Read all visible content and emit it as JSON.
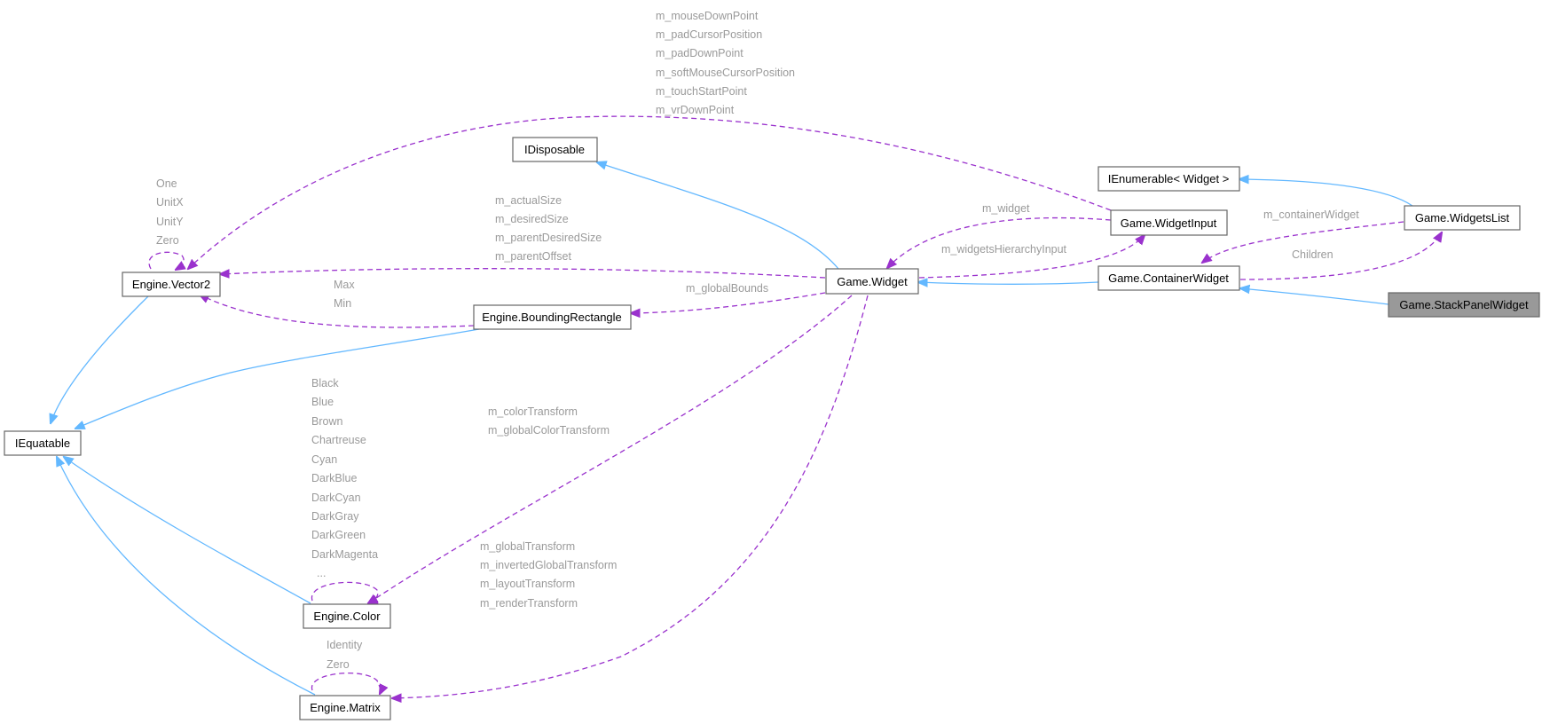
{
  "nodes": {
    "stackpanel": "Game.StackPanelWidget",
    "containerwidget": "Game.ContainerWidget",
    "widgetslist": "Game.WidgetsList",
    "ienumerable": "IEnumerable< Widget >",
    "widget": "Game.Widget",
    "widgetinput": "Game.WidgetInput",
    "idisposable": "IDisposable",
    "vector2": "Engine.Vector2",
    "boundingrect": "Engine.BoundingRectangle",
    "iequatable": "IEquatable",
    "color": "Engine.Color",
    "matrix": "Engine.Matrix"
  },
  "edge_labels": {
    "input_to_vector2": [
      "m_mouseDownPoint",
      "m_padCursorPosition",
      "m_padDownPoint",
      "m_softMouseCursorPosition",
      "m_touchStartPoint",
      "m_vrDownPoint"
    ],
    "vector2_self": [
      "One",
      "UnitX",
      "UnitY",
      "Zero"
    ],
    "widget_to_vector2": [
      "m_actualSize",
      "m_desiredSize",
      "m_parentDesiredSize",
      "m_parentOffset"
    ],
    "bounds_to_vector2": [
      "Max",
      "Min"
    ],
    "widget_to_bounds": [
      "m_globalBounds"
    ],
    "input_to_widget": [
      "m_widget"
    ],
    "widget_to_input": [
      "m_widgetsHierarchyInput"
    ],
    "list_to_container": [
      "m_containerWidget"
    ],
    "container_to_list": [
      "Children"
    ],
    "color_self": [
      "Black",
      "Blue",
      "Brown",
      "Chartreuse",
      "Cyan",
      "DarkBlue",
      "DarkCyan",
      "DarkGray",
      "DarkGreen",
      "DarkMagenta",
      "..."
    ],
    "widget_to_color": [
      "m_colorTransform",
      "m_globalColorTransform"
    ],
    "widget_to_matrix": [
      "m_globalTransform",
      "m_invertedGlobalTransform",
      "m_layoutTransform",
      "m_renderTransform"
    ],
    "matrix_self": [
      "Identity",
      "Zero"
    ]
  },
  "colors": {
    "inheritance_edge": "#63b8ff",
    "usage_edge": "#9a32cd",
    "focus_node_fill": "#999999",
    "label_text": "#9a9a9a"
  }
}
